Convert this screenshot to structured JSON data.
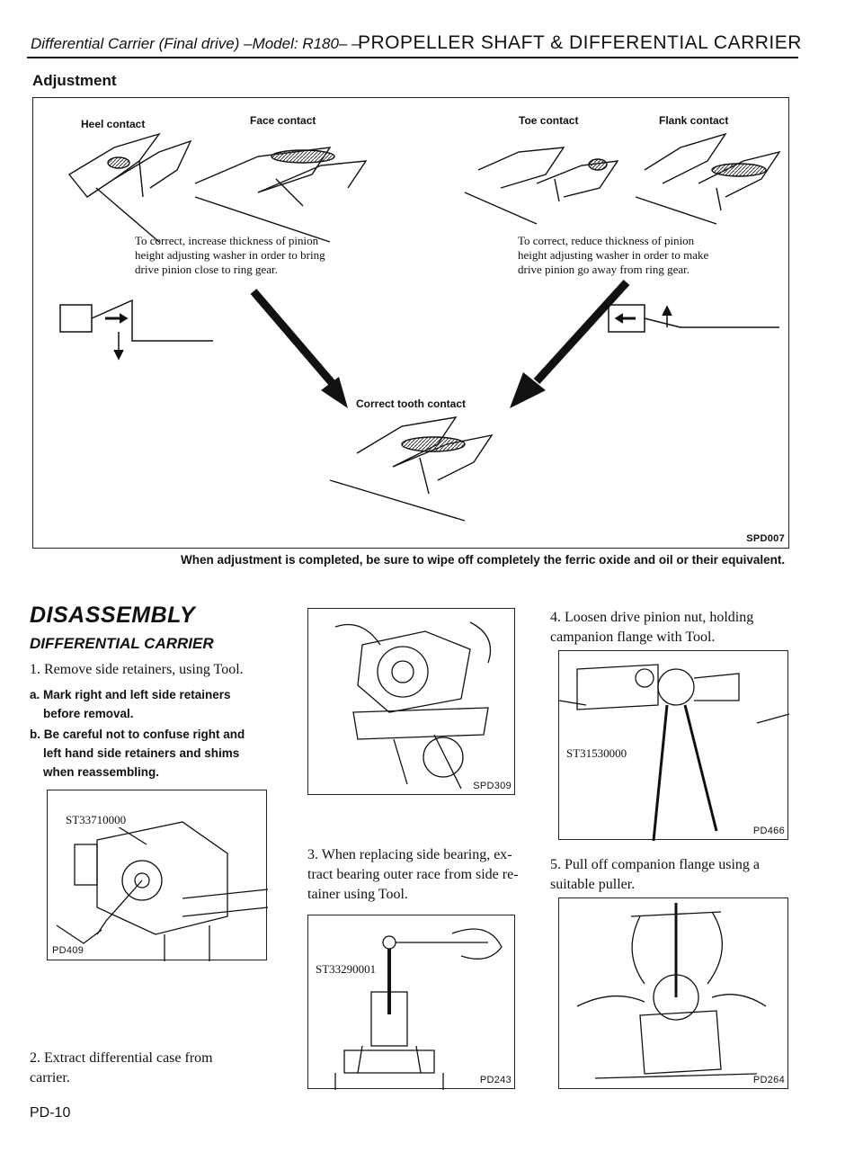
{
  "header": {
    "left": "Differential Carrier (Final drive) –Model: R180– –",
    "right": "PROPELLER SHAFT & DIFFERENTIAL CARRIER"
  },
  "adjustment": {
    "title": "Adjustment",
    "heel": "Heel contact",
    "face": "Face contact",
    "toe": "Toe contact",
    "flank": "Flank contact",
    "caption_left": [
      "To correct, increase thickness of pinion",
      "height adjusting washer in order to bring",
      "drive pinion close to ring gear."
    ],
    "caption_right": [
      "To correct, reduce thickness of pinion",
      "height adjusting washer in order to make",
      "drive pinion go away from ring gear."
    ],
    "correct": "Correct tooth contact",
    "code": "SPD007",
    "note": "When adjustment is completed, be sure to wipe off completely the ferric oxide and oil or their equivalent."
  },
  "disassembly": {
    "title": "DISASSEMBLY",
    "subtitle": "DIFFERENTIAL CARRIER",
    "step1": "1.  Remove side retainers, using Tool.",
    "note_a": [
      "a. Mark right and left side retainers",
      "before removal."
    ],
    "note_b": [
      "b. Be careful not to confuse right and",
      "left hand side retainers and shims",
      "when reassembling."
    ],
    "fig1_tool": "ST33710000",
    "fig1_code": "PD409",
    "step2": [
      "2.  Extract differential case from",
      "carrier."
    ],
    "fig2_code": "SPD309",
    "step3": [
      "3.  When replacing side bearing, ex-",
      "tract bearing outer race from side re-",
      "tainer using Tool."
    ],
    "fig3_tool": "ST33290001",
    "fig3_code": "PD243",
    "step4": [
      "4.  Loosen drive pinion nut, holding",
      "campanion flange with Tool."
    ],
    "fig4_tool": "ST31530000",
    "fig4_code": "PD466",
    "step5": [
      "5.  Pull off companion flange using a",
      "suitable puller."
    ],
    "fig5_code": "PD264"
  },
  "footer": {
    "page": "PD-10"
  }
}
